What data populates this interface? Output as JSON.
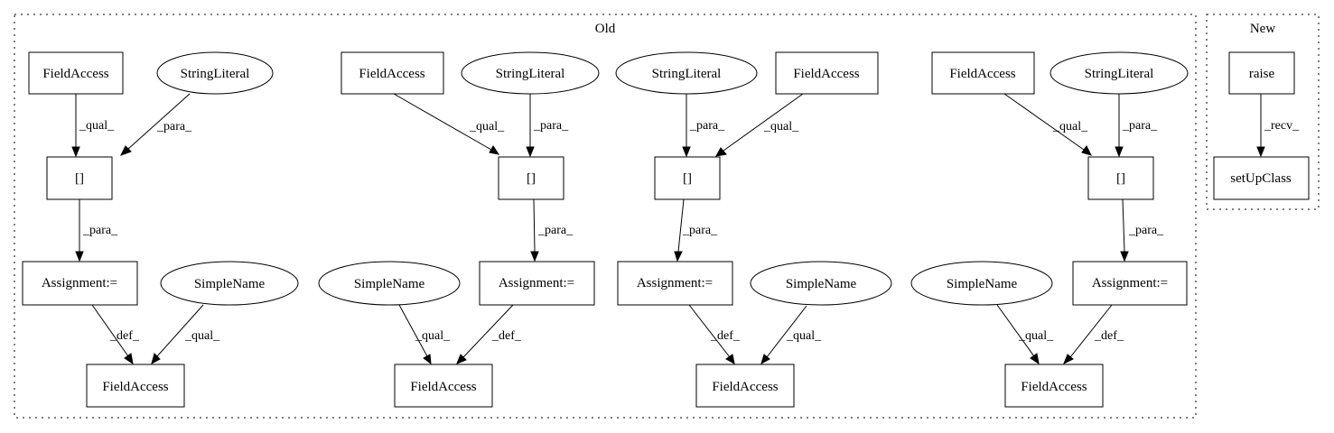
{
  "clusters": {
    "old": {
      "label": "Old"
    },
    "new": {
      "label": "New"
    }
  },
  "nodes": {
    "g1_field_src": "FieldAccess",
    "g1_string": "StringLiteral",
    "g1_index": "[]",
    "g1_assign": "Assignment:=",
    "g1_simple": "SimpleName",
    "g1_field_dst": "FieldAccess",
    "g2_field_src": "FieldAccess",
    "g2_string": "StringLiteral",
    "g2_index": "[]",
    "g2_assign": "Assignment:=",
    "g2_simple": "SimpleName",
    "g2_field_dst": "FieldAccess",
    "g3_string": "StringLiteral",
    "g3_field_src": "FieldAccess",
    "g3_index": "[]",
    "g3_assign": "Assignment:=",
    "g3_simple": "SimpleName",
    "g3_field_dst": "FieldAccess",
    "g4_field_src": "FieldAccess",
    "g4_string": "StringLiteral",
    "g4_index": "[]",
    "g4_assign": "Assignment:=",
    "g4_simple": "SimpleName",
    "g4_field_dst": "FieldAccess",
    "new_raise": "raise",
    "new_setup": "setUpClass"
  },
  "edges": {
    "g1_qual_top": "_qual_",
    "g1_para_top": "_para_",
    "g1_para_mid": "_para_",
    "g1_def": "_def_",
    "g1_qual_bot": "_qual_",
    "g2_qual_top": "_qual_",
    "g2_para_top": "_para_",
    "g2_para_mid": "_para_",
    "g2_qual_bot": "_qual_",
    "g2_def": "_def_",
    "g3_para_top": "_para_",
    "g3_qual_top": "_qual_",
    "g3_para_mid": "_para_",
    "g3_def": "_def_",
    "g3_qual_bot": "_qual_",
    "g4_qual_top": "_qual_",
    "g4_para_top": "_para_",
    "g4_para_mid": "_para_",
    "g4_qual_bot": "_qual_",
    "g4_def": "_def_",
    "new_recv": "_recv_"
  }
}
